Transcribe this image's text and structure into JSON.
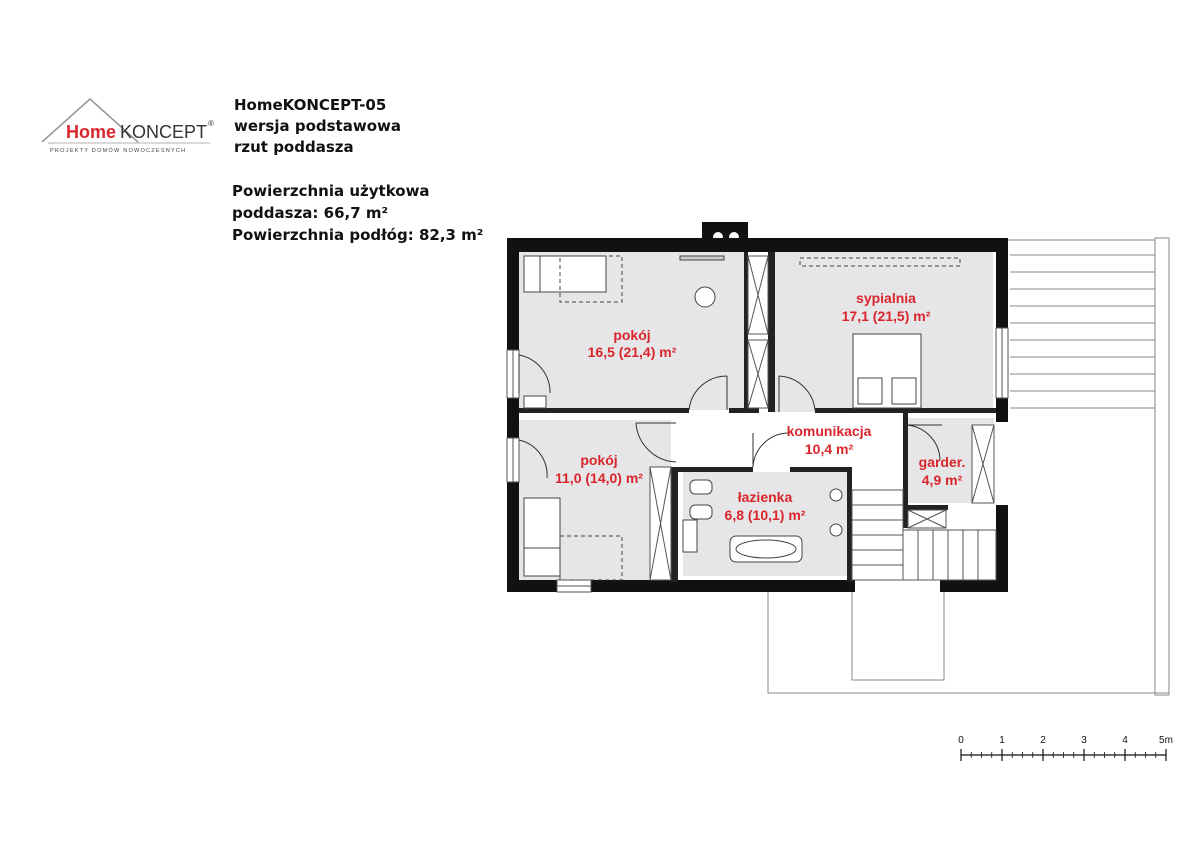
{
  "logo": {
    "brand_home": "Home",
    "brand_koncept": "KONCEPT",
    "registered": "®",
    "tagline": "PROJEKTY DOMÓW NOWOCZESNYCH",
    "accent_color": "#d9262c"
  },
  "header": {
    "project_name": "HomeKONCEPT-05",
    "variant": "wersja podstawowa",
    "view": "rzut poddasza"
  },
  "areas": {
    "usable_line1": "Powierzchnia użytkowa",
    "usable_line2": "poddasza: 66,7 m²",
    "floor_area": "Powierzchnia podłóg: 82,3 m²"
  },
  "rooms": [
    {
      "name": "pokój",
      "area": "16,5 (21,4) m²"
    },
    {
      "name": "sypialnia",
      "area": "17,1 (21,5) m²"
    },
    {
      "name": "komunikacja",
      "area": "10,4 m²"
    },
    {
      "name": "pokój",
      "area": "11,0 (14,0) m²"
    },
    {
      "name": "łazienka",
      "area": "6,8 (10,1) m²"
    },
    {
      "name": "garder.",
      "area": "4,9 m²"
    }
  ],
  "scale_bar": {
    "labels": [
      "0",
      "1",
      "2",
      "3",
      "4",
      "5m"
    ]
  }
}
